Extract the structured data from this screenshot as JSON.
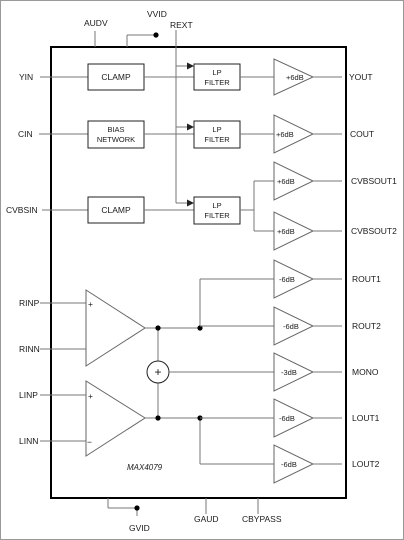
{
  "top_pins": {
    "vdd": "AUDV",
    "vvid": "VVID",
    "rext": "REXT"
  },
  "bottom_pins": {
    "gvid": "GVID",
    "gaud": "GAUD",
    "cbypass": "CBYPASS"
  },
  "inputs": {
    "yin": "YIN",
    "cin": "CIN",
    "cvbsin": "CVBSIN",
    "rinp": "RINP",
    "rinn": "RINN",
    "linp": "LINP",
    "linn": "LINN"
  },
  "outputs": {
    "yout": "YOUT",
    "cout": "COUT",
    "cvbsout1": "CVBSOUT1",
    "cvbsout2": "CVBSOUT2",
    "rout1": "ROUT1",
    "rout2": "ROUT2",
    "mono": "MONO",
    "lout1": "LOUT1",
    "lout2": "LOUT2"
  },
  "blocks": {
    "clamp1": "CLAMP",
    "bias_line1": "BIAS",
    "bias_line2": "NETWORK",
    "clamp2": "CLAMP",
    "lp_line1": "LP",
    "lp_line2": "FILTER"
  },
  "gains": {
    "y": "+6dB",
    "c": "+6dB",
    "cvbs1": "+6dB",
    "cvbs2": "+6dB",
    "rout1": "-6dB",
    "rout2": "-6dB",
    "mono": "-3dB",
    "lout1": "-6dB",
    "lout2": "-6dB"
  },
  "opamp_signs": {
    "plus": "+",
    "minus": "−",
    "sum": "+"
  },
  "part_number": "MAX4079"
}
